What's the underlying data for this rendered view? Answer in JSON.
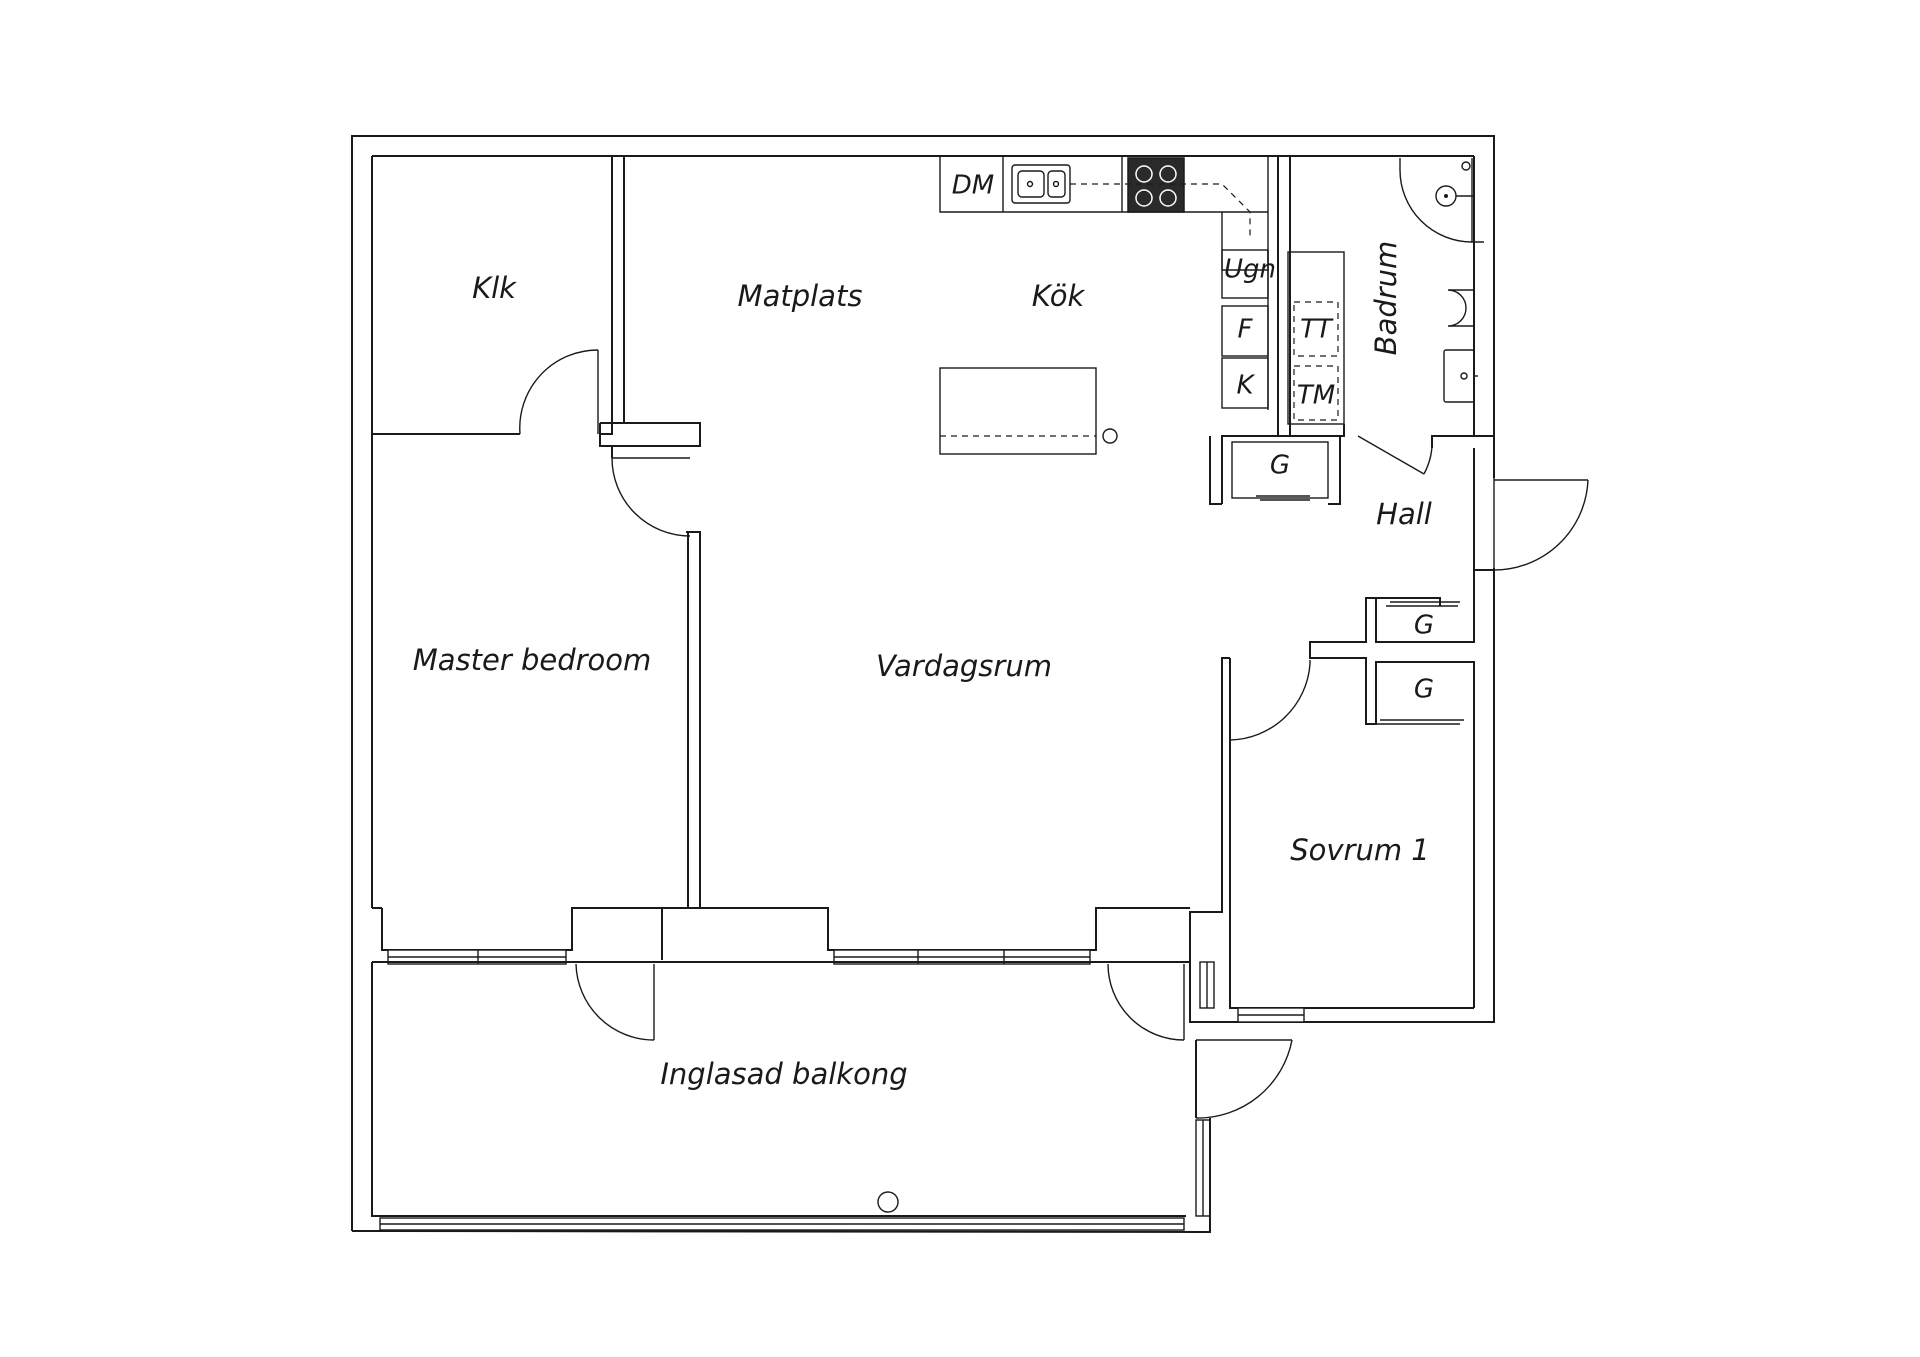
{
  "labels": {
    "klk": "Klk",
    "matplats": "Matplats",
    "kok": "Kök",
    "dm": "DM",
    "ugn": "Ugn",
    "f": "F",
    "k": "K",
    "tt": "TT",
    "tm": "TM",
    "badrum": "Badrum",
    "g_hall": "G",
    "hall": "Hall",
    "g_upper": "G",
    "g_lower": "G",
    "master_bedroom": "Master bedroom",
    "vardagsrum": "Vardagsrum",
    "sovrum_1": "Sovrum 1",
    "inglasad_balkong": "Inglasad balkong"
  }
}
